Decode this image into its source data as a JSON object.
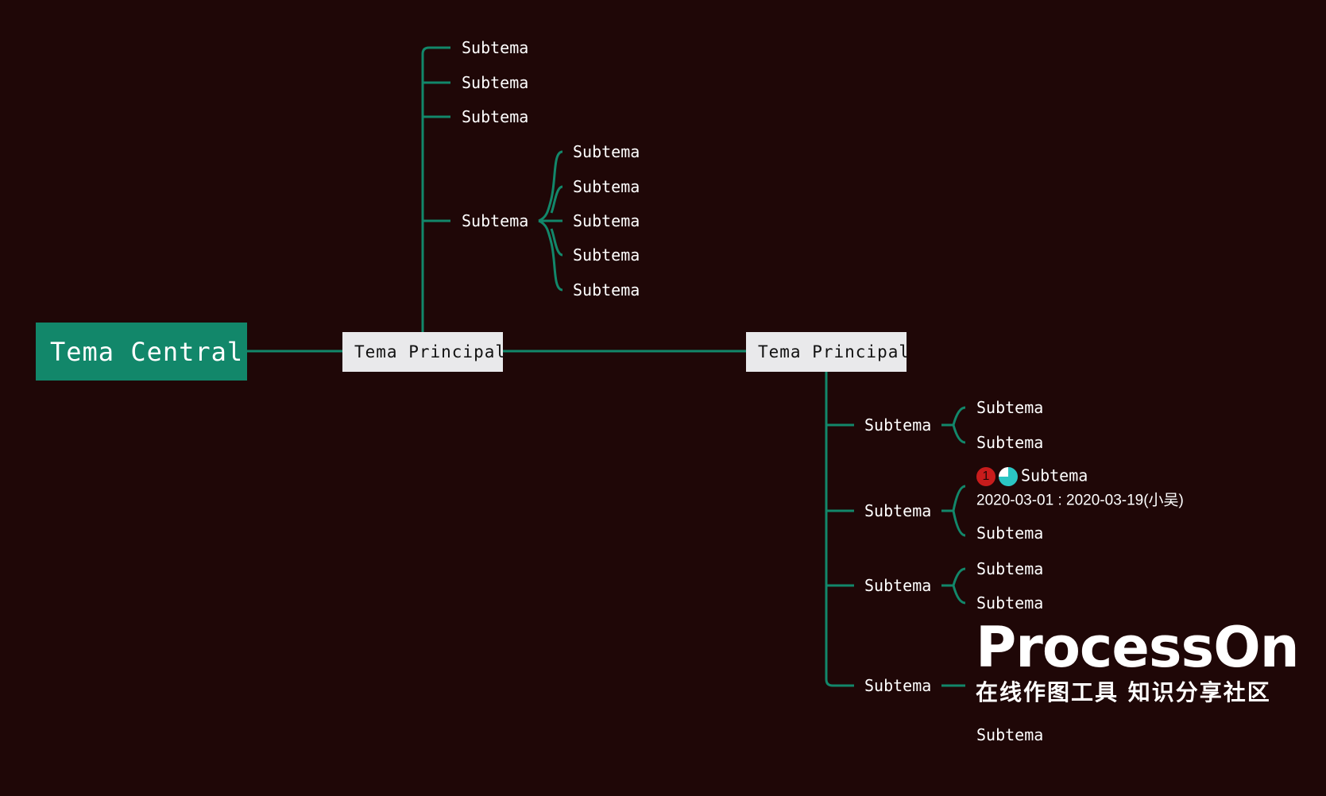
{
  "mindmap": {
    "central": "Tema Central",
    "main_topics": [
      "Tema Principal",
      "Tema Principal"
    ],
    "branch1": {
      "subtopics": [
        "Subtema",
        "Subtema",
        "Subtema",
        "Subtema"
      ],
      "nested": [
        "Subtema",
        "Subtema",
        "Subtema",
        "Subtema",
        "Subtema"
      ]
    },
    "branch2": {
      "subtopics": [
        "Subtema",
        "Subtema",
        "Subtema",
        "Subtema"
      ],
      "group1": [
        "Subtema",
        "Subtema"
      ],
      "group2": {
        "first": "Subtema",
        "priority": "1",
        "dates": "2020-03-01 : 2020-03-19(小吴)",
        "second": "Subtema"
      },
      "group3": [
        "Subtema",
        "Subtema"
      ],
      "group4": [
        "Subtema"
      ]
    }
  },
  "watermark": {
    "brand": "ProcessOn",
    "tagline": "在线作图工具 知识分享社区"
  },
  "colors": {
    "background": "#1f0707",
    "accent": "#12876a",
    "topic_box": "#e9e9eb",
    "priority_marker": "#c81c1c",
    "progress_marker": "#2bc6c4"
  },
  "icons": {
    "priority": "priority-1-icon",
    "progress": "progress-75-icon"
  }
}
